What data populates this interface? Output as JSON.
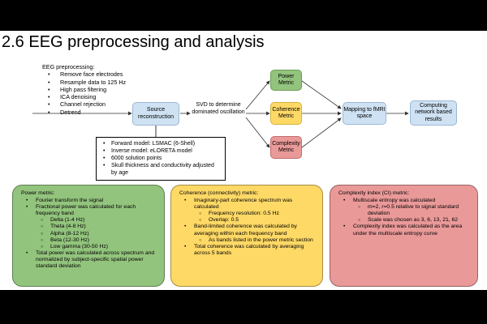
{
  "title": "2.6 EEG preprocessing and analysis",
  "preprocessing": {
    "heading": "EEG preprocessing:",
    "items": [
      "Remove face electrodes",
      "Resample data to 125 Hz",
      "High pass filtering",
      "ICA denoising",
      "Channel rejection",
      "Detrend"
    ]
  },
  "flow": {
    "source": "Source reconstruction",
    "svd": "SVD to determine dominated oscillation",
    "power": "Power Metric",
    "coherence": "Coherence Metric",
    "complexity": "Complexity Metric",
    "mapping": "Mapping to fMRI space",
    "network": "Computing network based results"
  },
  "source_details": [
    "Forward model: LSMAC (6-Shell)",
    "Inverse model: eLORETA model",
    "6000 solution points",
    "Skull thickness and conductivity adjusted by age"
  ],
  "panels": {
    "power": {
      "heading": "Power metric:",
      "items": [
        {
          "level": 1,
          "text": "Fourier transform the signal"
        },
        {
          "level": 1,
          "text": "Fractional power was calculated for each frequency band"
        },
        {
          "level": 2,
          "text": "Delta (1-4 Hz)"
        },
        {
          "level": 2,
          "text": "Theta (4-8 Hz)"
        },
        {
          "level": 2,
          "text": "Alpha (8-12 Hz)"
        },
        {
          "level": 2,
          "text": "Beta (12-30 Hz)"
        },
        {
          "level": 2,
          "text": "Low gamma (30-50 Hz)"
        },
        {
          "level": 1,
          "text": "Total power was calculated across spectrum and normalized by subject-specific spatial power standard deviation"
        }
      ]
    },
    "coherence": {
      "heading": "Coherence (connectivity) metric:",
      "items": [
        {
          "level": 1,
          "text": "Imaginary-part coherence spectrum was calculated"
        },
        {
          "level": 2,
          "text": "Frequency resolution: 0.5 Hz"
        },
        {
          "level": 2,
          "text": "Overlap: 0.5"
        },
        {
          "level": 1,
          "text": "Band-limited coherence was calculated by averaging within each frequency band"
        },
        {
          "level": 2,
          "text": "As bands listed in the power metric section"
        },
        {
          "level": 1,
          "text": "Total coherence was calculated by averaging across 5 bands"
        }
      ]
    },
    "complexity": {
      "heading": "Complexity index (CI) metric:",
      "items": [
        {
          "level": 1,
          "text": "Multiscale entropy was calculated"
        },
        {
          "level": 2,
          "text": "m=2, r=0.5 relative to signal standard deviation"
        },
        {
          "level": 2,
          "text": "Scale was chosen as 3, 6, 13, 21, 62"
        },
        {
          "level": 1,
          "text": "Complexity index was calculated as the area under the multiscale entropy curve"
        }
      ]
    }
  },
  "colors": {
    "power": "#93c47d",
    "coherence": "#ffd966",
    "complexity": "#ea9999",
    "process": "#cfe2f3"
  }
}
